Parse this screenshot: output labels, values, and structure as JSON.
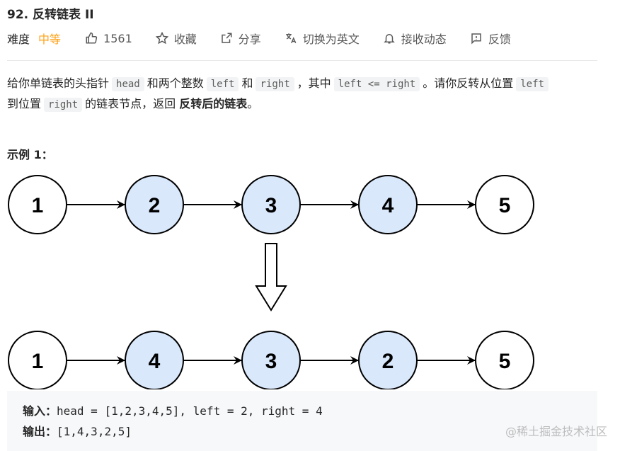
{
  "problem": {
    "title": "92. 反转链表 II",
    "difficulty_label": "难度",
    "difficulty": "中等",
    "likes": "1561",
    "actions": [
      "收藏",
      "分享",
      "切换为英文",
      "接收动态",
      "反馈"
    ]
  },
  "description": {
    "p1_a": "给你单链表的头指针",
    "code_head": "head",
    "p1_b": "和两个整数",
    "code_left": "left",
    "p1_c": "和",
    "code_right": "right",
    "p1_d": "，其中",
    "code_cond": "left <= right",
    "p1_e": "。请你反转从位置",
    "code_left2": "left",
    "p1_f": "到位置",
    "code_right2": "right",
    "p1_g": "的链表节点，返回",
    "p1_bold": "反转后的链表",
    "p1_h": "。"
  },
  "example": {
    "title": "示例 1：",
    "before": [
      "1",
      "2",
      "3",
      "4",
      "5"
    ],
    "after": [
      "1",
      "4",
      "3",
      "2",
      "5"
    ],
    "input_label": "输入：",
    "input_value": "head = [1,2,3,4,5], left = 2, right = 4",
    "output_label": "输出：",
    "output_value": "[1,4,3,2,5]"
  },
  "colors": {
    "highlight_node": "#dae8fc",
    "difficulty": "#ffa116"
  },
  "watermark": "@稀土掘金技术社区"
}
